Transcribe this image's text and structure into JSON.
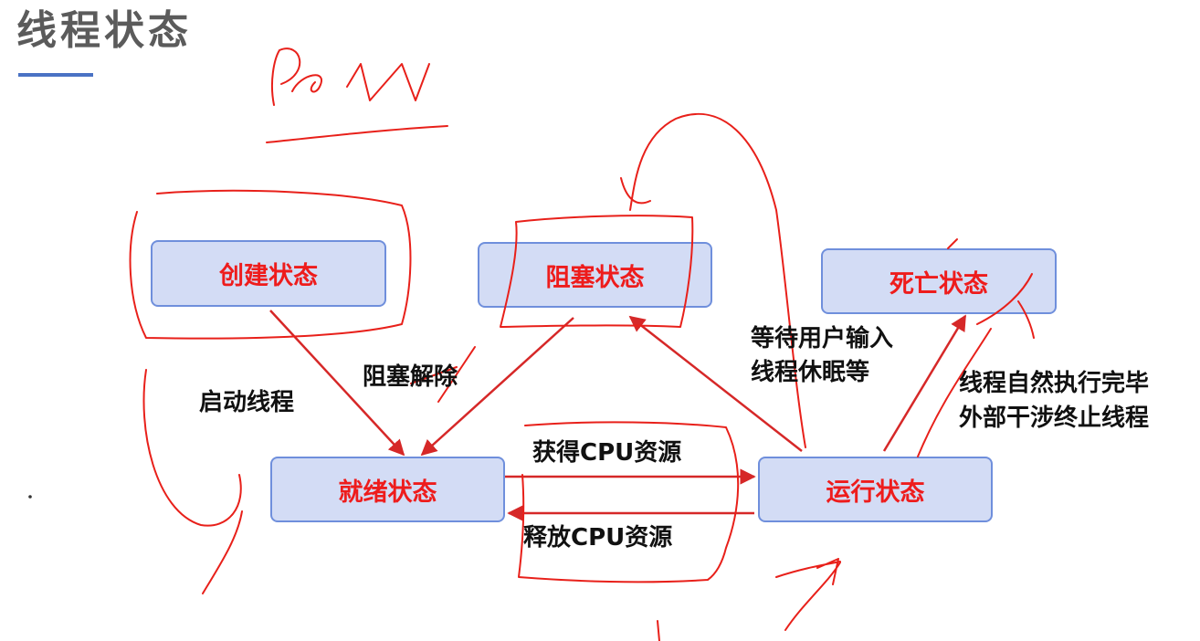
{
  "slide": {
    "title": "线程状态"
  },
  "states": {
    "create": "创建状态",
    "blocked": "阻塞状态",
    "dead": "死亡状态",
    "ready": "就绪状态",
    "running": "运行状态"
  },
  "transitions": {
    "start_thread": "启动线程",
    "unblock": "阻塞解除",
    "wait_input": "等待用户输入",
    "thread_sleep": "线程休眠等",
    "natural_finish": "线程自然执行完毕",
    "external_stop": "外部干涉终止线程",
    "get_cpu": "获得CPU资源",
    "release_cpu": "释放CPU资源"
  },
  "colors": {
    "state_fill": "#d3dcf5",
    "state_border": "#6f8fdc",
    "state_text": "#ee1c1c",
    "arrow": "#d62828",
    "annotation_ink": "#e8201a",
    "title_text": "#5b5b5b",
    "title_underline": "#4a72c4"
  }
}
